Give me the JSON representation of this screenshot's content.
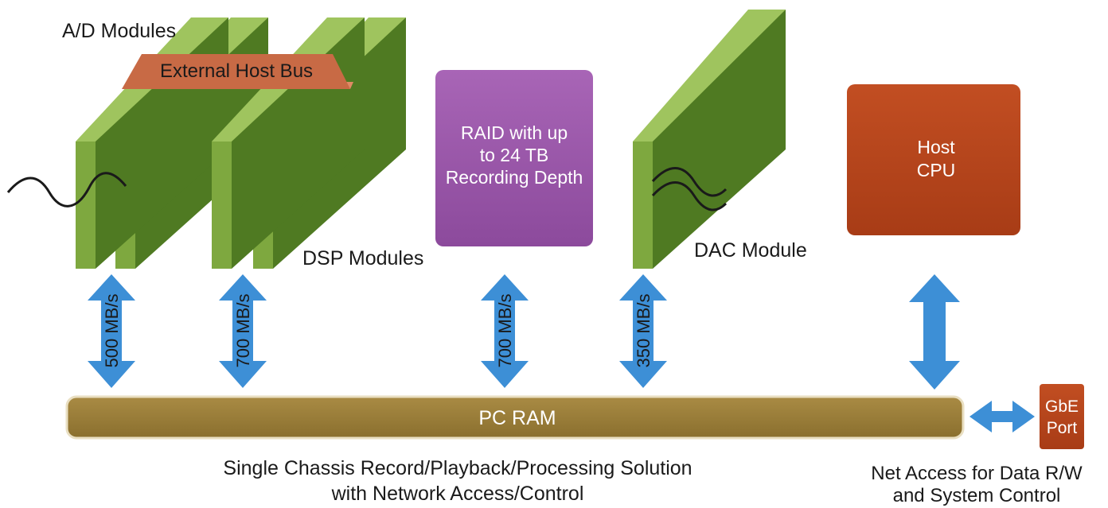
{
  "labels": {
    "ad_modules": "A/D Modules",
    "external_host_bus": "External Host Bus",
    "dsp_modules": "DSP Modules",
    "dac_module": "DAC Module",
    "raid_line1": "RAID with up",
    "raid_line2": "to 24 TB",
    "raid_line3": "Recording Depth",
    "host_cpu_line1": "Host",
    "host_cpu_line2": "CPU",
    "pc_ram": "PC RAM",
    "gbe_line1": "GbE",
    "gbe_line2": "Port",
    "caption_line1": "Single Chassis Record/Playback/Processing Solution",
    "caption_line2": "with Network Access/Control",
    "net_line1": "Net Access for Data R/W",
    "net_line2": "and System Control"
  },
  "rates": {
    "ad": "500 MB/s",
    "dsp": "700 MB/s",
    "raid": "700 MB/s",
    "dac": "350 MB/s"
  },
  "colors": {
    "board_front": "#4f7a22",
    "board_face": "#7ea83f",
    "board_edge": "#9fc45e",
    "bus_bar": "#c86a45",
    "raid": "#9a55a8",
    "host_cpu": "#b5431b",
    "pc_ram": "#9c7f3a",
    "arrow": "#3d8fd6"
  }
}
